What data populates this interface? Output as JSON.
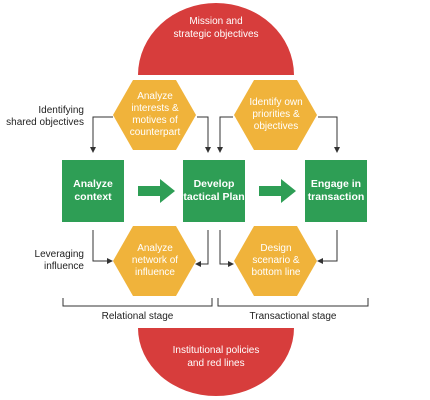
{
  "colors": {
    "red": "#d73d3c",
    "orange": "#f0b33b",
    "green": "#2e9e55",
    "line": "#333333"
  },
  "top_red": {
    "label": "Mission and\nstrategic objectives"
  },
  "bottom_red": {
    "label": "Institutional policies\nand red lines"
  },
  "hexagons": {
    "top_left": "Analyze\ninterests &\nmotives of\ncounterpart",
    "top_right": "Identify own\npriorities &\nobjectives",
    "bottom_left": "Analyze\nnetwork of\ninfluence",
    "bottom_right": "Design\nscenario &\nbottom line"
  },
  "boxes": {
    "left": "Analyze\ncontext",
    "center": "Develop\ntactical Plan",
    "right": "Engage in\ntransaction"
  },
  "side_labels": {
    "top": "Identifying\nshared objectives",
    "bottom": "Leveraging\ninfluence"
  },
  "stages": {
    "relational": "Relational stage",
    "transactional": "Transactional stage"
  }
}
